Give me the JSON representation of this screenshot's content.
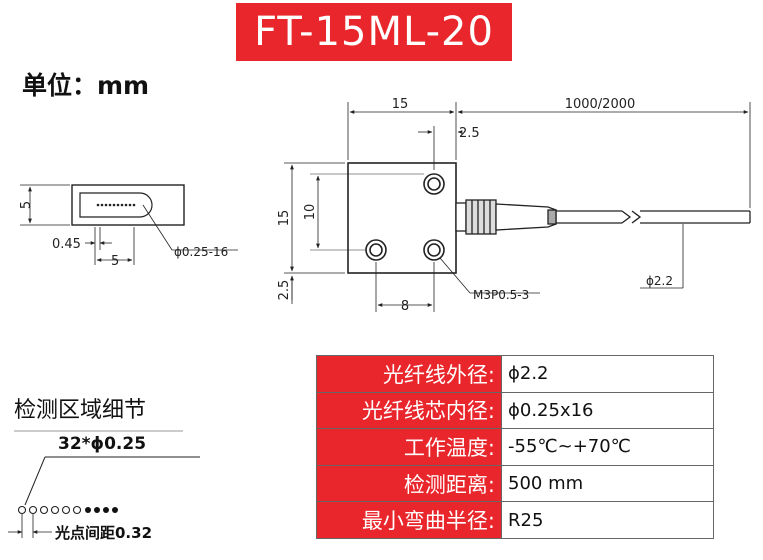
{
  "header": {
    "title": "FT-15ML-20"
  },
  "unit_label": "单位：mm",
  "detail_section": {
    "title": "检测区域细节",
    "fiber_spec": "32*ϕ0.25",
    "spacing_label": "光点间距0.32"
  },
  "side_view": {
    "height": "5",
    "gap": "0.45",
    "width": "5",
    "fiber_label": "ϕ0.25-16"
  },
  "front_view": {
    "width": "15",
    "hole_offset": "2.5",
    "cable_length": "1000/2000",
    "height": "15",
    "hole_spacing_v": "10",
    "bottom_offset": "2.5",
    "hole_spacing_h": "8",
    "screw_label": "M3P0.5-3",
    "cable_diameter": "ϕ2.2"
  },
  "spec_table": [
    {
      "label": "光纤线外径:",
      "value": "ϕ2.2"
    },
    {
      "label": "光纤线芯内径:",
      "value": "ϕ0.25x16"
    },
    {
      "label": "工作温度:",
      "value": "-55℃~+70℃"
    },
    {
      "label": "检测距离:",
      "value": "500 mm"
    },
    {
      "label": "最小弯曲半径:",
      "value": "R25"
    }
  ]
}
